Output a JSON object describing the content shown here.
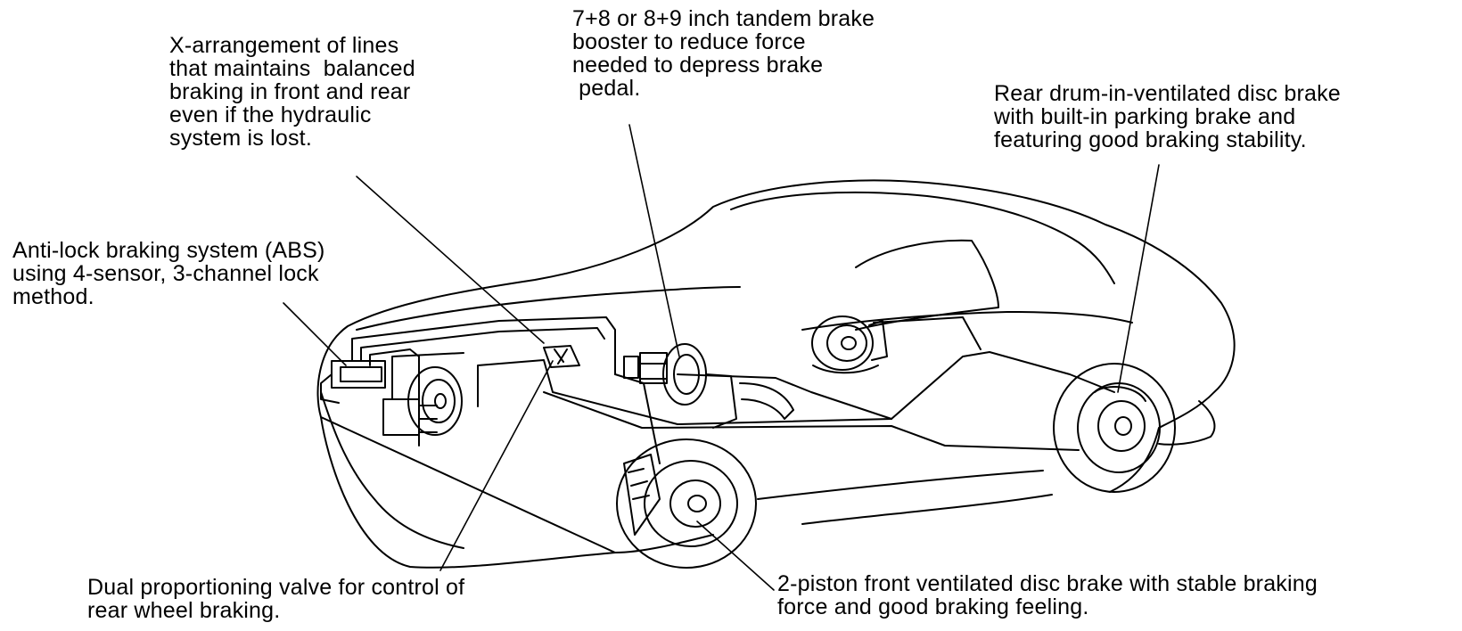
{
  "diagram": {
    "callouts": {
      "x_arrangement": "X-arrangement of lines\nthat maintains  balanced\nbraking in front and rear\neven if the hydraulic\nsystem is lost.",
      "booster": "7+8 or 8+9 inch tandem brake\nbooster to reduce force\nneeded to depress brake\n pedal.",
      "rear_brake": "Rear drum-in-ventilated disc brake\nwith built-in parking brake and\nfeaturing good braking stability.",
      "abs": "Anti-lock braking system (ABS)\nusing 4-sensor, 3-channel lock\nmethod.",
      "proportioning_valve": "Dual proportioning valve for control of\nrear wheel braking.",
      "front_brake": "2-piston front ventilated disc brake with stable braking\nforce and good braking feeling."
    },
    "colors": {
      "ink": "#000000",
      "paper": "#ffffff"
    }
  }
}
